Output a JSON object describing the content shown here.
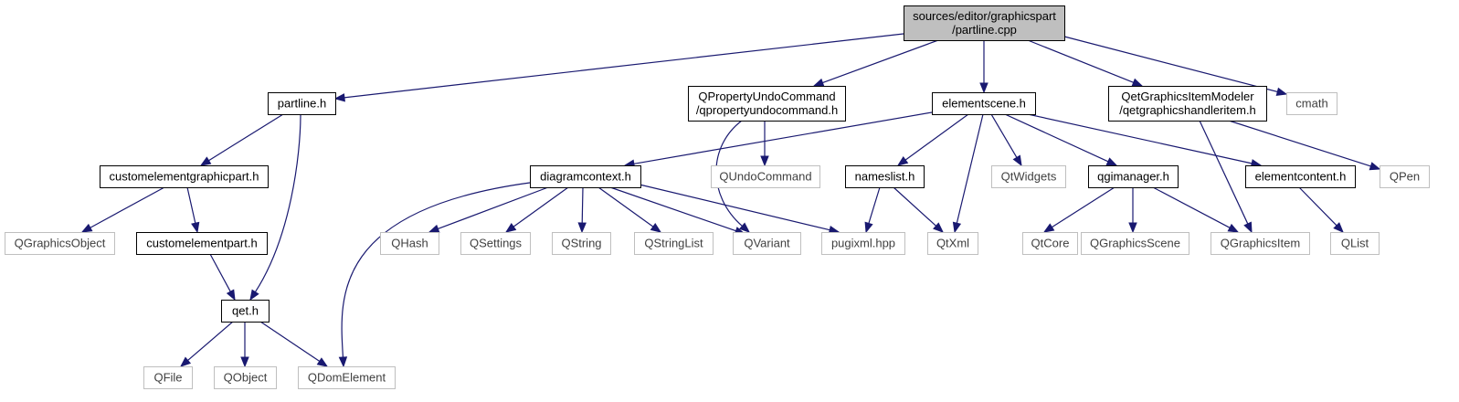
{
  "colors": {
    "edge": "#191970",
    "root_fill": "#bfbfbf",
    "node_fill": "#ffffff",
    "local_border": "#000000",
    "external_border": "#bfbfbf",
    "external_text": "#404040",
    "text": "#000000"
  },
  "nodes": [
    {
      "id": "root",
      "lines": [
        "sources/editor/graphicspart",
        "/partline.cpp"
      ],
      "kind": "root"
    },
    {
      "id": "partline_h",
      "lines": [
        "partline.h"
      ],
      "kind": "local"
    },
    {
      "id": "qpropertyundocommand_h",
      "lines": [
        "QPropertyUndoCommand",
        "/qpropertyundocommand.h"
      ],
      "kind": "local"
    },
    {
      "id": "elementscene_h",
      "lines": [
        "elementscene.h"
      ],
      "kind": "local"
    },
    {
      "id": "qetgraphicshandleritem_h",
      "lines": [
        "QetGraphicsItemModeler",
        "/qetgraphicshandleritem.h"
      ],
      "kind": "local"
    },
    {
      "id": "cmath",
      "lines": [
        "cmath"
      ],
      "kind": "external"
    },
    {
      "id": "customelementgraphicpart_h",
      "lines": [
        "customelementgraphicpart.h"
      ],
      "kind": "local"
    },
    {
      "id": "qet_h",
      "lines": [
        "qet.h"
      ],
      "kind": "local"
    },
    {
      "id": "qgraphicsobject",
      "lines": [
        "QGraphicsObject"
      ],
      "kind": "external"
    },
    {
      "id": "customelementpart_h",
      "lines": [
        "customelementpart.h"
      ],
      "kind": "local"
    },
    {
      "id": "qfile",
      "lines": [
        "QFile"
      ],
      "kind": "external"
    },
    {
      "id": "qobject",
      "lines": [
        "QObject"
      ],
      "kind": "external"
    },
    {
      "id": "qdomelement",
      "lines": [
        "QDomElement"
      ],
      "kind": "external"
    },
    {
      "id": "qundocommand",
      "lines": [
        "QUndoCommand"
      ],
      "kind": "external"
    },
    {
      "id": "qvariant",
      "lines": [
        "QVariant"
      ],
      "kind": "external"
    },
    {
      "id": "diagramcontext_h",
      "lines": [
        "diagramcontext.h"
      ],
      "kind": "local"
    },
    {
      "id": "nameslist_h",
      "lines": [
        "nameslist.h"
      ],
      "kind": "local"
    },
    {
      "id": "qtxml",
      "lines": [
        "QtXml"
      ],
      "kind": "external"
    },
    {
      "id": "qtwidgets",
      "lines": [
        "QtWidgets"
      ],
      "kind": "external"
    },
    {
      "id": "qgimanager_h",
      "lines": [
        "qgimanager.h"
      ],
      "kind": "local"
    },
    {
      "id": "elementcontent_h",
      "lines": [
        "elementcontent.h"
      ],
      "kind": "local"
    },
    {
      "id": "qhash",
      "lines": [
        "QHash"
      ],
      "kind": "external"
    },
    {
      "id": "qsettings",
      "lines": [
        "QSettings"
      ],
      "kind": "external"
    },
    {
      "id": "qstring",
      "lines": [
        "QString"
      ],
      "kind": "external"
    },
    {
      "id": "qstringlist",
      "lines": [
        "QStringList"
      ],
      "kind": "external"
    },
    {
      "id": "pugixml_hpp",
      "lines": [
        "pugixml.hpp"
      ],
      "kind": "external"
    },
    {
      "id": "qtcore",
      "lines": [
        "QtCore"
      ],
      "kind": "external"
    },
    {
      "id": "qgraphicsscene",
      "lines": [
        "QGraphicsScene"
      ],
      "kind": "external"
    },
    {
      "id": "qgraphicsitem",
      "lines": [
        "QGraphicsItem"
      ],
      "kind": "external"
    },
    {
      "id": "qlist",
      "lines": [
        "QList"
      ],
      "kind": "external"
    },
    {
      "id": "qpen",
      "lines": [
        "QPen"
      ],
      "kind": "external"
    }
  ],
  "edges": [
    {
      "from": "root",
      "to": "partline_h"
    },
    {
      "from": "root",
      "to": "qpropertyundocommand_h"
    },
    {
      "from": "root",
      "to": "elementscene_h"
    },
    {
      "from": "root",
      "to": "qetgraphicshandleritem_h"
    },
    {
      "from": "root",
      "to": "cmath"
    },
    {
      "from": "partline_h",
      "to": "customelementgraphicpart_h"
    },
    {
      "from": "partline_h",
      "to": "qet_h"
    },
    {
      "from": "customelementgraphicpart_h",
      "to": "qgraphicsobject"
    },
    {
      "from": "customelementgraphicpart_h",
      "to": "customelementpart_h"
    },
    {
      "from": "customelementpart_h",
      "to": "qet_h"
    },
    {
      "from": "qet_h",
      "to": "qfile"
    },
    {
      "from": "qet_h",
      "to": "qobject"
    },
    {
      "from": "qet_h",
      "to": "qdomelement"
    },
    {
      "from": "qpropertyundocommand_h",
      "to": "qundocommand"
    },
    {
      "from": "qpropertyundocommand_h",
      "to": "qvariant"
    },
    {
      "from": "elementscene_h",
      "to": "diagramcontext_h"
    },
    {
      "from": "elementscene_h",
      "to": "nameslist_h"
    },
    {
      "from": "elementscene_h",
      "to": "qtxml"
    },
    {
      "from": "elementscene_h",
      "to": "qtwidgets"
    },
    {
      "from": "elementscene_h",
      "to": "qgimanager_h"
    },
    {
      "from": "elementscene_h",
      "to": "elementcontent_h"
    },
    {
      "from": "qetgraphicshandleritem_h",
      "to": "qgraphicsitem"
    },
    {
      "from": "qetgraphicshandleritem_h",
      "to": "qpen"
    },
    {
      "from": "diagramcontext_h",
      "to": "qdomelement"
    },
    {
      "from": "diagramcontext_h",
      "to": "qhash"
    },
    {
      "from": "diagramcontext_h",
      "to": "qsettings"
    },
    {
      "from": "diagramcontext_h",
      "to": "qstring"
    },
    {
      "from": "diagramcontext_h",
      "to": "qstringlist"
    },
    {
      "from": "diagramcontext_h",
      "to": "qvariant"
    },
    {
      "from": "diagramcontext_h",
      "to": "pugixml_hpp"
    },
    {
      "from": "nameslist_h",
      "to": "pugixml_hpp"
    },
    {
      "from": "nameslist_h",
      "to": "qtxml"
    },
    {
      "from": "qgimanager_h",
      "to": "qtcore"
    },
    {
      "from": "qgimanager_h",
      "to": "qgraphicsscene"
    },
    {
      "from": "qgimanager_h",
      "to": "qgraphicsitem"
    },
    {
      "from": "elementcontent_h",
      "to": "qlist"
    }
  ]
}
